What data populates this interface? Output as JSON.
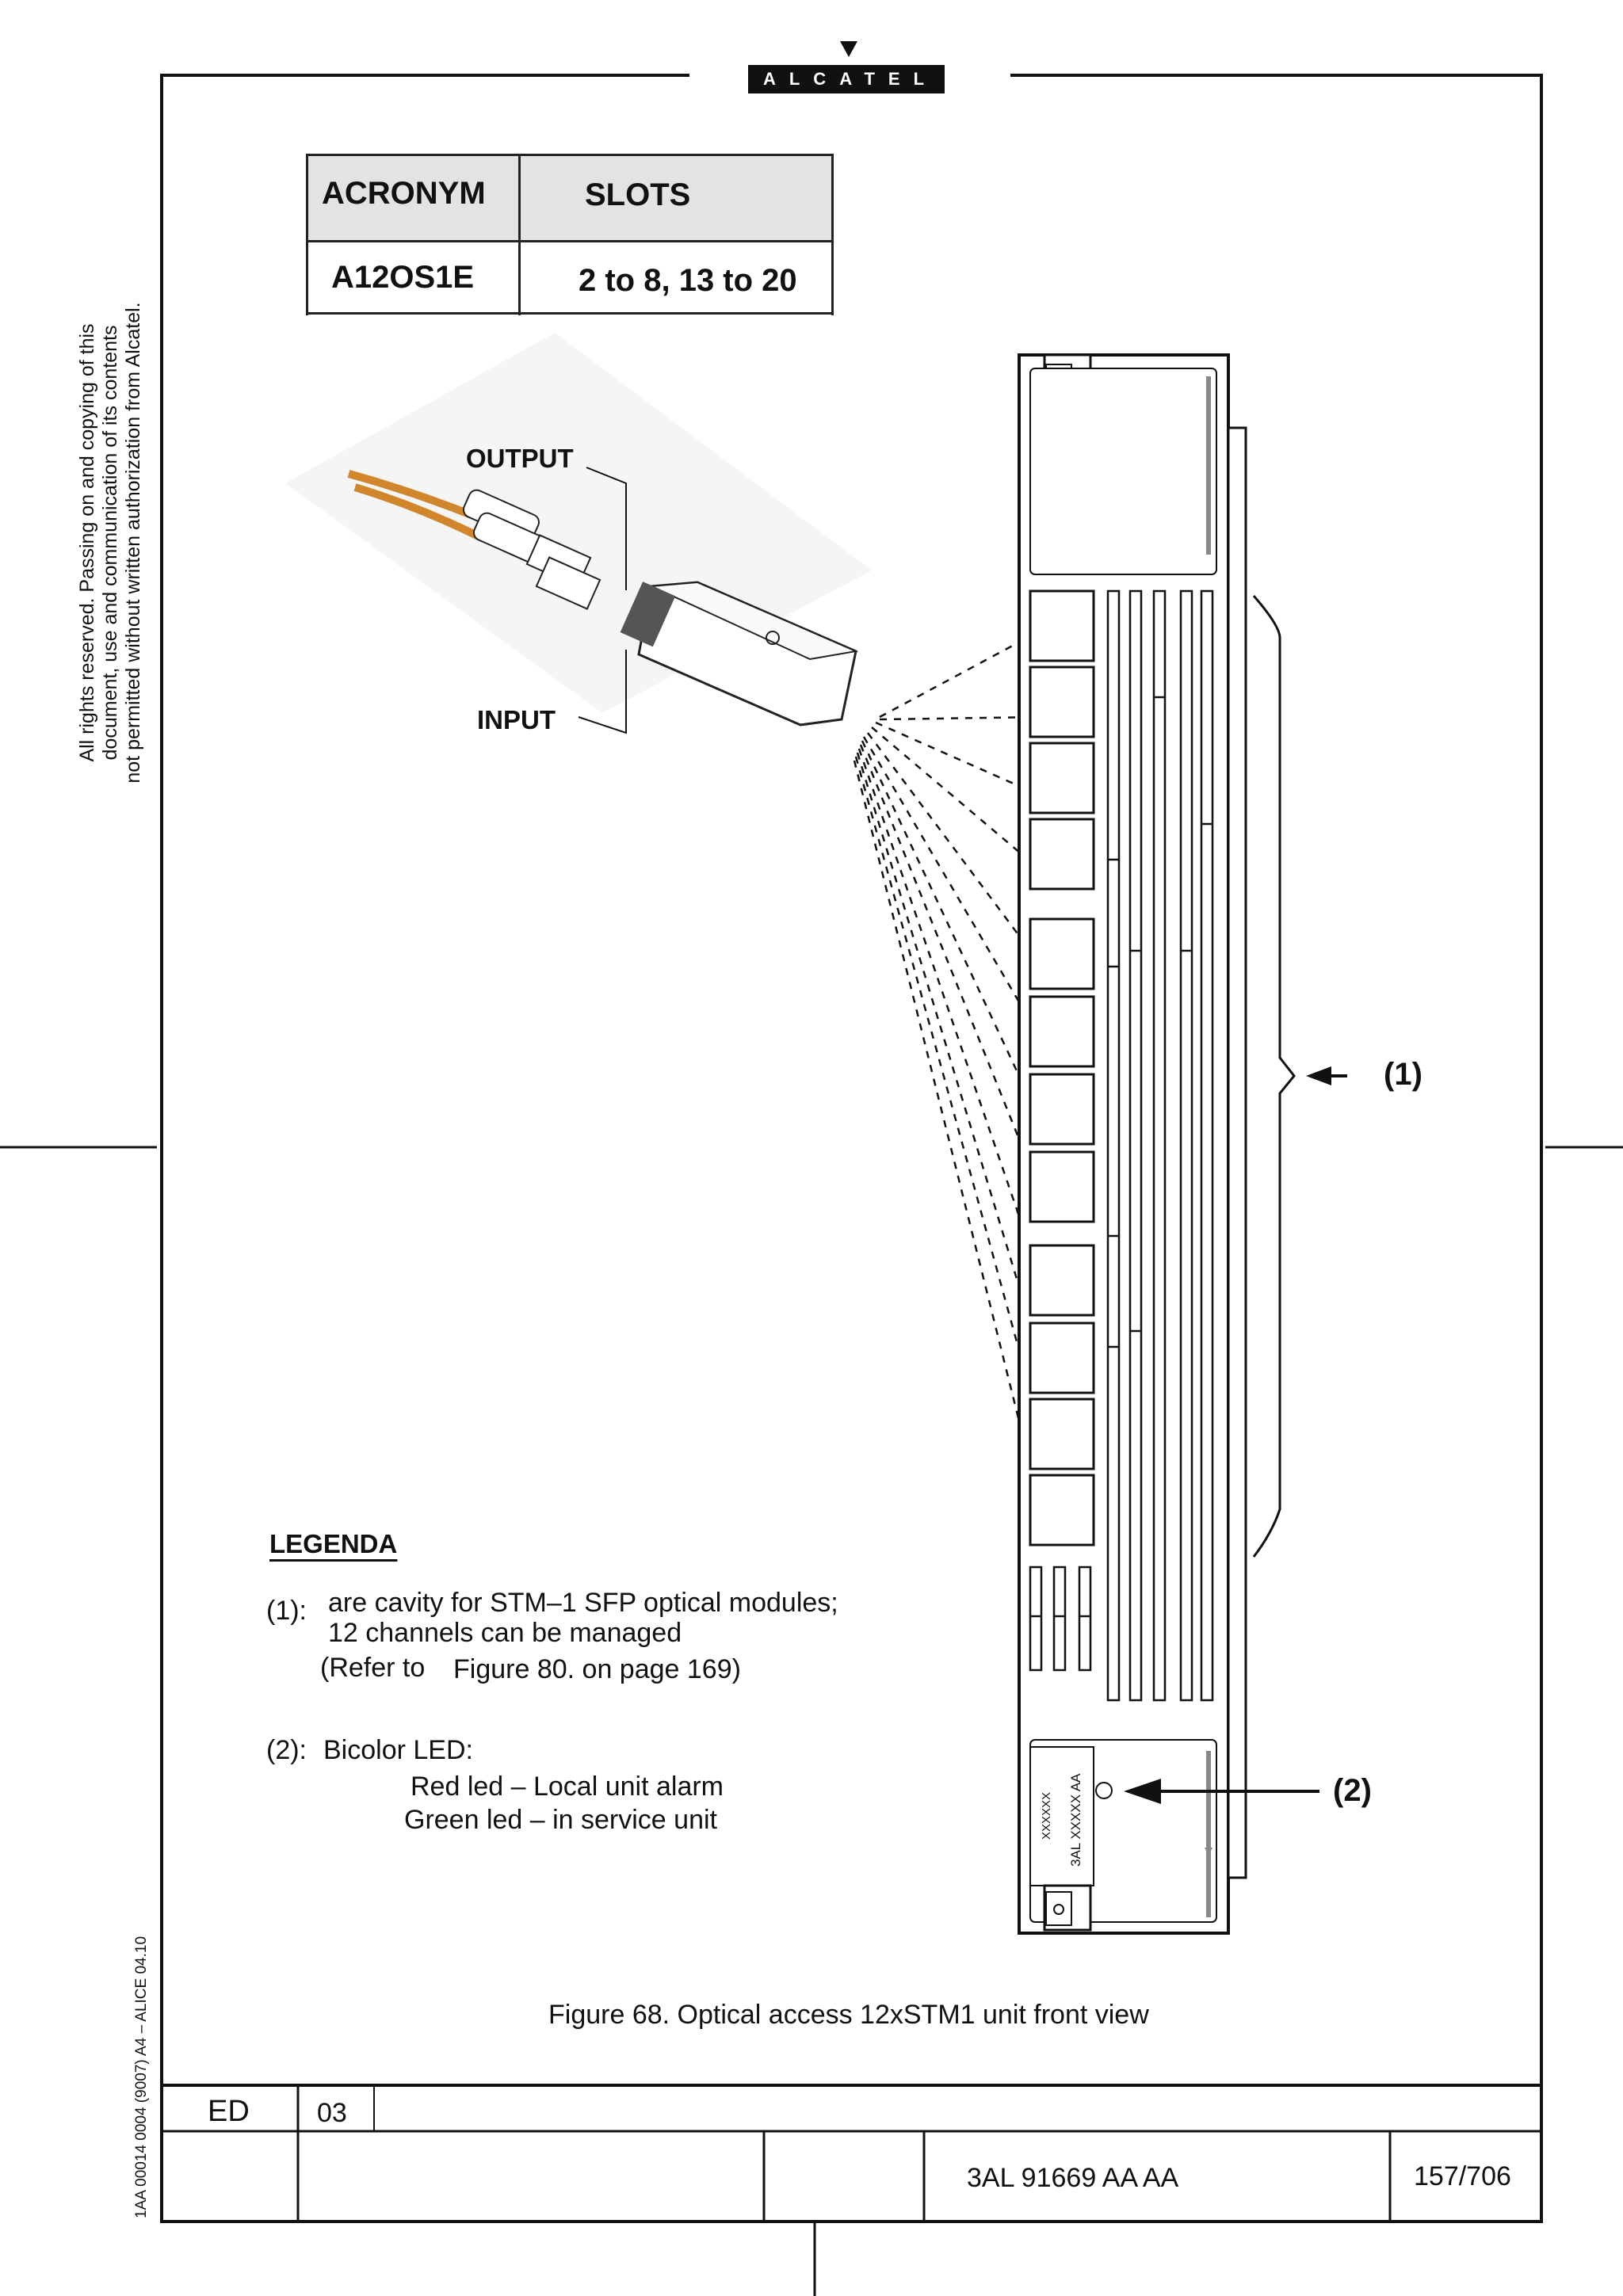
{
  "header": {
    "logo_text": "ALCATEL"
  },
  "side_note": {
    "lines": [
      "All rights reserved. Passing on and copying of this",
      "document, use and communication of its contents",
      "not permitted without written authorization from Alcatel."
    ]
  },
  "form_code": "1AA 00014 0004 (9007) A4 – ALICE 04.10",
  "acronym_table": {
    "headers": [
      "ACRONYM",
      "SLOTS"
    ],
    "rows": [
      [
        "A12OS1E",
        "2 to 8, 13 to 20"
      ]
    ]
  },
  "figure": {
    "output_label": "OUTPUT",
    "input_label": "INPUT",
    "callout_1": "(1)",
    "callout_2": "(2)",
    "unit_label_top": "3AL XXXXX AA",
    "unit_label_bottom": "XXXXXX",
    "caption": "Figure 68. Optical access 12xSTM1 unit front view"
  },
  "legend": {
    "title": "LEGENDA",
    "item1_key": "(1):",
    "item1_line1": "are cavity for STM–1 SFP optical modules;",
    "item1_line2": "12 channels can be managed",
    "item1_ref_prefix": "(Refer to",
    "item1_ref": "Figure 80.  on page 169)",
    "item2_key": "(2):",
    "item2_title": "Bicolor LED:",
    "item2_line1": "Red led – Local unit alarm",
    "item2_line2": "Green led – in service unit"
  },
  "title_block": {
    "ed_label": "ED",
    "ed_value": "03",
    "doc_number": "3AL 91669 AA  AA",
    "page": "157/706"
  }
}
